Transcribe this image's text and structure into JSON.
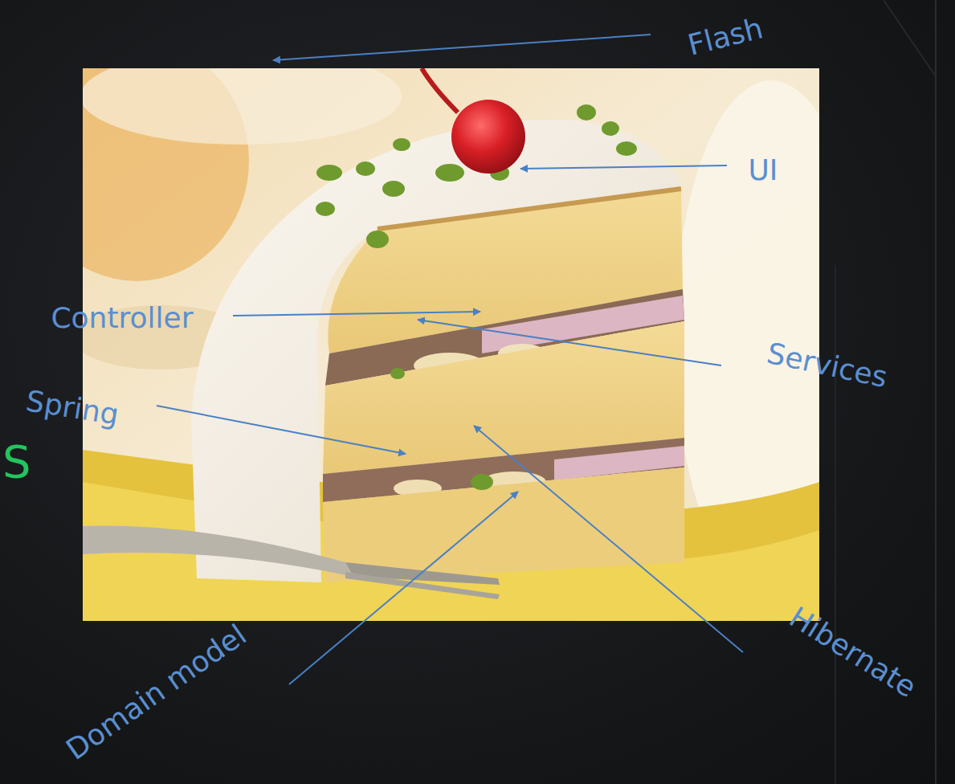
{
  "diagram": {
    "labels": [
      "Flash",
      "UI",
      "Controller",
      "Services",
      "Spring",
      "Hibernate",
      "Domain model",
      "S"
    ]
  }
}
